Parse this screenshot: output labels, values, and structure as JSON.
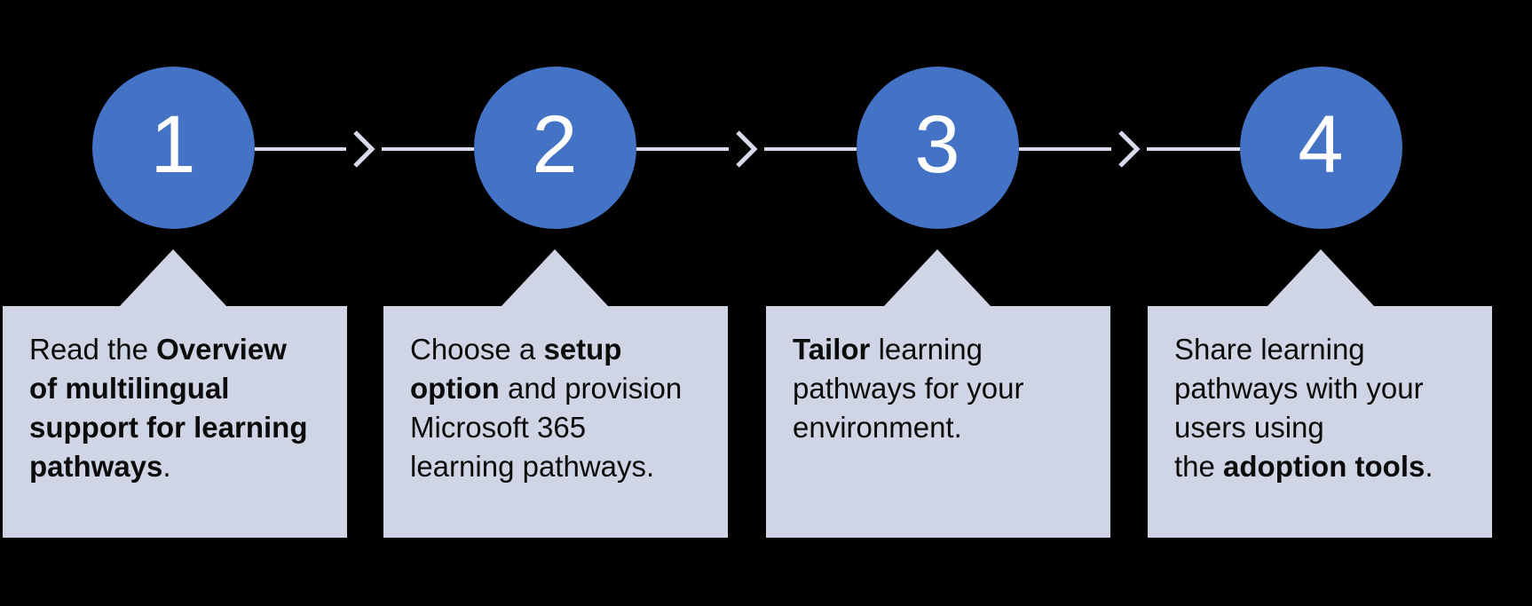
{
  "diagram": {
    "background_color": "#000000",
    "accent_color": "#4472C4",
    "callout_color": "#D0D5E6",
    "connector_color": "#D7DBEC",
    "number_color": "#FFFFFF",
    "text_color": "#0B0B0B",
    "steps": [
      {
        "number": "1",
        "lines": [
          [
            {
              "t": "Read the ",
              "b": false
            },
            {
              "t": "Overview",
              "b": true
            }
          ],
          [
            {
              "t": "of multilingual",
              "b": true
            }
          ],
          [
            {
              "t": "support for learning",
              "b": true
            }
          ],
          [
            {
              "t": "pathways",
              "b": true
            },
            {
              "t": ".",
              "b": false
            }
          ]
        ]
      },
      {
        "number": "2",
        "lines": [
          [
            {
              "t": "Choose a ",
              "b": false
            },
            {
              "t": "setup",
              "b": true
            }
          ],
          [
            {
              "t": "option",
              "b": true
            },
            {
              "t": " and provision",
              "b": false
            }
          ],
          [
            {
              "t": "Microsoft 365",
              "b": false
            }
          ],
          [
            {
              "t": "learning pathways.",
              "b": false
            }
          ]
        ]
      },
      {
        "number": "3",
        "lines": [
          [
            {
              "t": "Tailor",
              "b": true
            },
            {
              "t": " learning",
              "b": false
            }
          ],
          [
            {
              "t": "pathways for your",
              "b": false
            }
          ],
          [
            {
              "t": "environment.",
              "b": false
            }
          ]
        ]
      },
      {
        "number": "4",
        "lines": [
          [
            {
              "t": "Share learning",
              "b": false
            }
          ],
          [
            {
              "t": "pathways with your",
              "b": false
            }
          ],
          [
            {
              "t": "users using",
              "b": false
            }
          ],
          [
            {
              "t": "the ",
              "b": false
            },
            {
              "t": "adoption tools",
              "b": true
            },
            {
              "t": ".",
              "b": false
            }
          ]
        ]
      }
    ]
  }
}
